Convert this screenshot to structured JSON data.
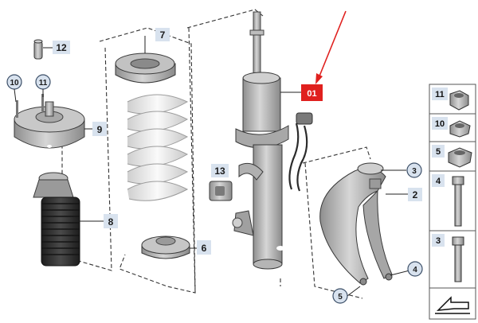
{
  "diagram": {
    "callouts": {
      "p1": "01",
      "p2": "2",
      "p3": "3",
      "p4": "4",
      "p5": "5",
      "p6": "6",
      "p7": "7",
      "p8": "8",
      "p9": "9",
      "p10": "10",
      "p11": "11",
      "p12": "12",
      "p13": "13"
    },
    "side_panel": [
      "11",
      "10",
      "5",
      "4",
      "3"
    ],
    "colors": {
      "highlight": "#e0201e",
      "callout_bg": "#d8e2ee",
      "part_fill": "#b4b4b4",
      "spring": "#ededed",
      "boot": "#2f2f2f"
    }
  }
}
